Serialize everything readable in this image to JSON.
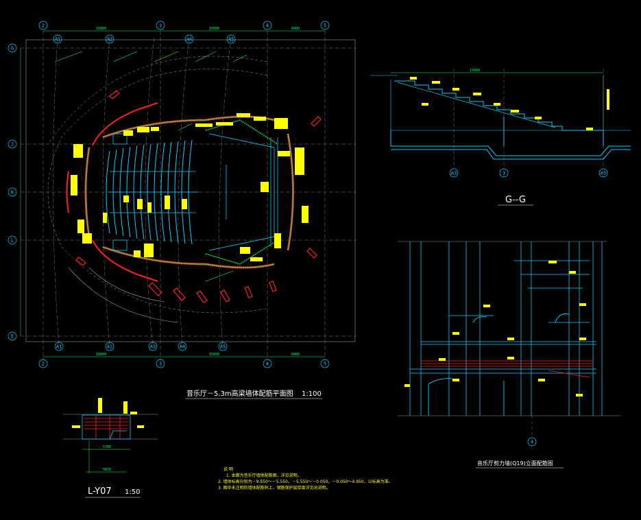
{
  "plan": {
    "title": "音乐厅－5.3m高梁墙体配筋平面图",
    "scale": "1:100",
    "row_axes": [
      "G",
      "J",
      "K",
      "L",
      "E"
    ],
    "col_axes_top": [
      "2",
      "A1",
      "A2",
      "3",
      "A4",
      "A5",
      "4",
      "5"
    ],
    "col_axes_bottom": [
      "2",
      "A1",
      "A2",
      "A3",
      "3",
      "A4",
      "A5",
      "4",
      "5"
    ]
  },
  "section": {
    "title": "G--G",
    "axes": [
      "A3",
      "3",
      "A5"
    ]
  },
  "detail": {
    "title": "L-Y07",
    "scale": "1:50"
  },
  "elevation": {
    "title": "音乐厅剪力墙(Q19)立面配筋图",
    "axis": "4"
  },
  "notes": {
    "heading": "说 明",
    "lines": [
      "1. 本图为音乐厅墙体配筋图，详见说明。",
      "2. 墙体标高分别为－9.550～－5.550，－5.550～－0.050，－0.050～4.950，以标高为准。",
      "3. 图中未注明的墙体配筋同上，钢筋保护层厚度详见总说明。"
    ]
  },
  "colors": {
    "background": "#000000",
    "cyan": "#00d0ff",
    "green": "#00ff66",
    "yellow": "#ffff00",
    "red": "#ff2020",
    "white": "#ffffff",
    "gray": "#9a9a9a"
  }
}
